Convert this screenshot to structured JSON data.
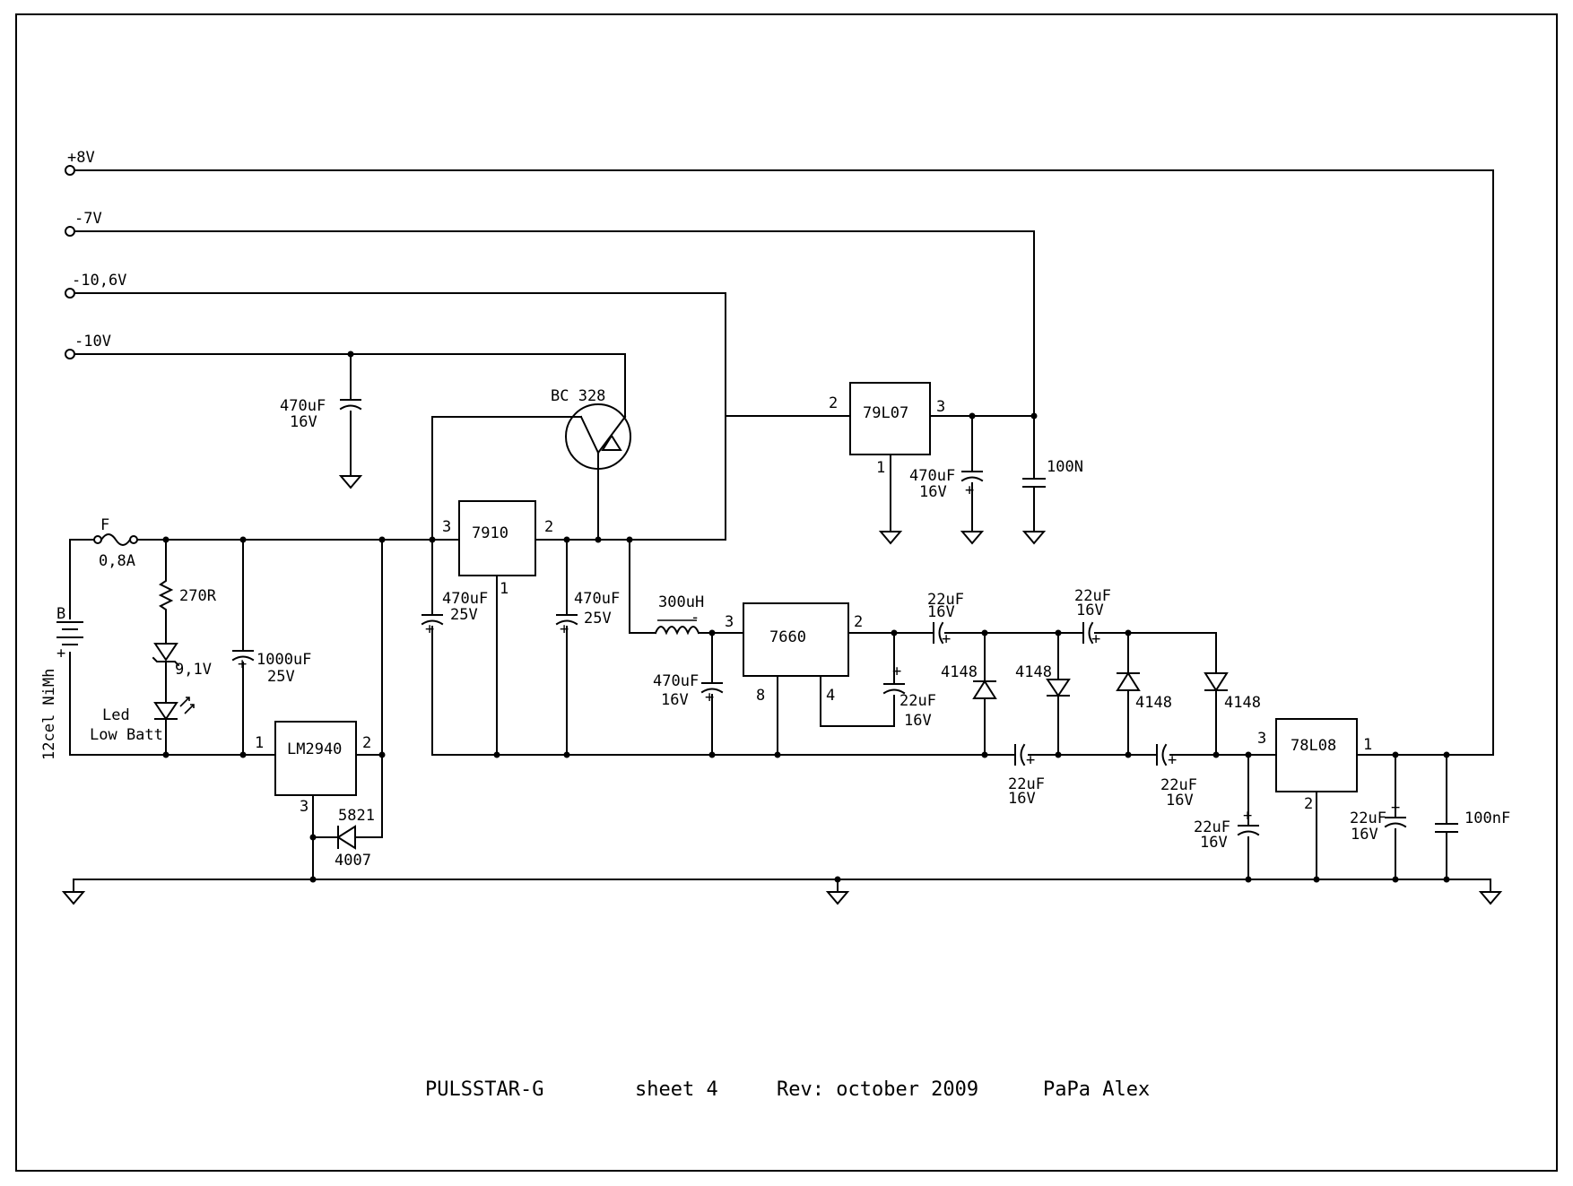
{
  "rails": [
    "+8V",
    "-7V",
    "-10,6V",
    "-10V"
  ],
  "battery": {
    "ref": "B",
    "label": "12cel NiMh"
  },
  "fuse": {
    "ref": "F",
    "value": "0,8A"
  },
  "resistor_270": "270R",
  "zener": "9,1V",
  "led": [
    "Led",
    "Low Batt"
  ],
  "c_1000": [
    "1000uF",
    "25V"
  ],
  "c_470_16": [
    "470uF",
    "16V"
  ],
  "c_470_25": [
    "470uF",
    "25V"
  ],
  "c_22": [
    "22uF",
    "16V"
  ],
  "c_100N": "100N",
  "c_100nF": "100nF",
  "inductor": "300uH",
  "diode_4148": "4148",
  "d_5821": "5821",
  "d_4007": "4007",
  "transistor": "BC 328",
  "ic": {
    "lm2940": "LM2940",
    "r7910": "7910",
    "r79l07": "79L07",
    "i7660": "7660",
    "r78l08": "78L08"
  },
  "pins": {
    "p1": "1",
    "p2": "2",
    "p3": "3",
    "p4": "4",
    "p8": "8"
  },
  "footer": {
    "project": "PULSSTAR-G",
    "sheet": "sheet 4",
    "rev": "Rev: october 2009",
    "author": "PaPa Alex"
  }
}
